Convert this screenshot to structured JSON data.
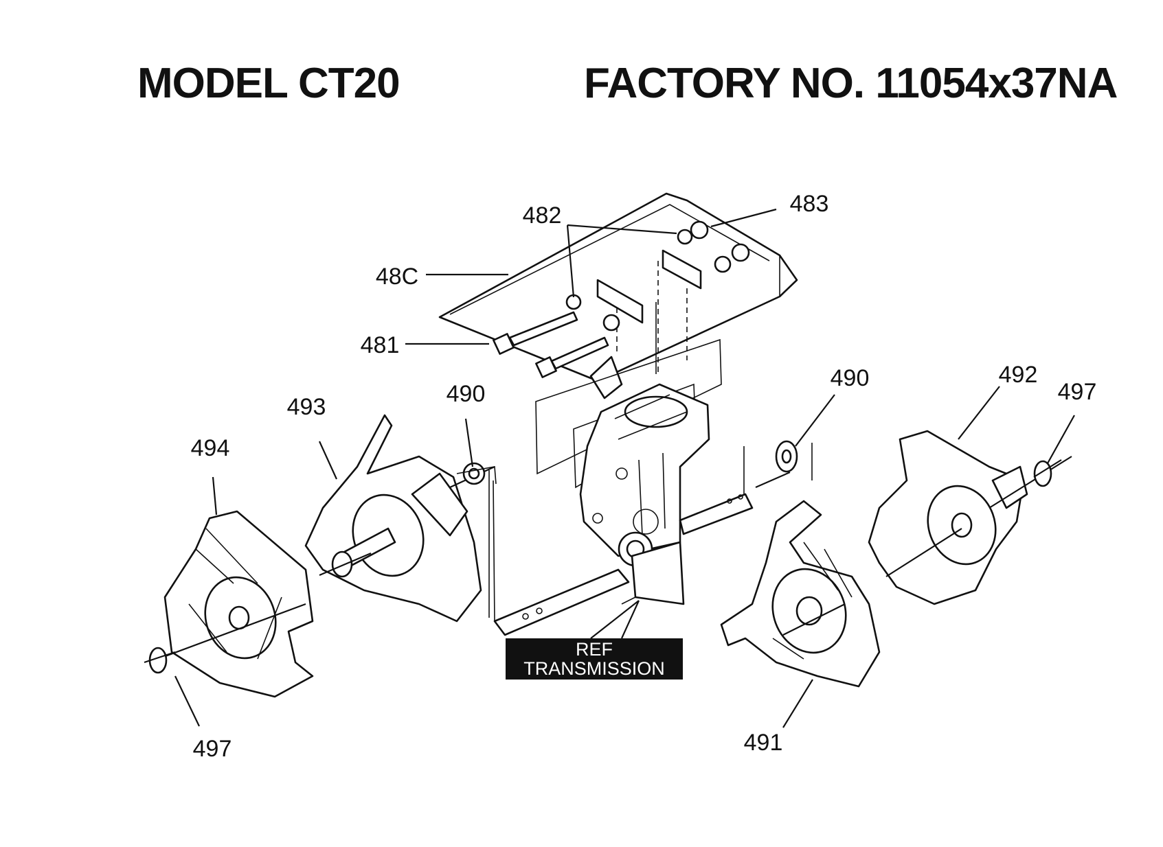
{
  "header": {
    "model": "MODEL CT20",
    "factory": "FACTORY NO. 11054x37NA"
  },
  "ref_label": {
    "line1": "REF",
    "line2": "TRANSMISSION"
  },
  "callouts": {
    "c480": "48C",
    "c481": "481",
    "c482": "482",
    "c483": "483",
    "c490_left": "490",
    "c490_right": "490",
    "c491": "491",
    "c492": "492",
    "c493": "493",
    "c494": "494",
    "c497_left": "497",
    "c497_right": "497"
  }
}
